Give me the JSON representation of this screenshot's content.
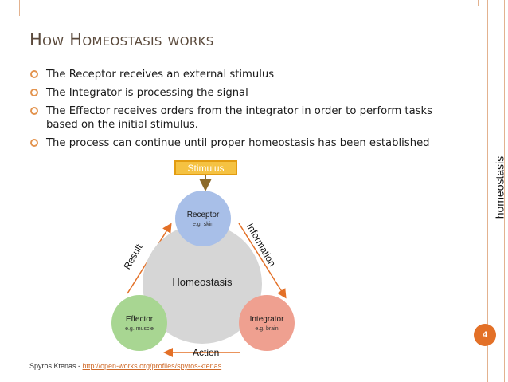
{
  "slide": {
    "title": "How Homeostasis works",
    "bullets": [
      "The Receptor receives an external stimulus",
      "The Integrator is processing the signal",
      "The Effector receives orders from the integrator in order to perform tasks based on the initial stimulus.",
      "The process can continue until proper homeostasis has been established"
    ],
    "sidebar_label": "homeostasis",
    "page_number": "4"
  },
  "diagram": {
    "stimulus": "Stimulus",
    "center": "Homeostasis",
    "receptor": {
      "title": "Receptor",
      "example": "e.g. skin"
    },
    "integrator": {
      "title": "Integrator",
      "example": "e.g. brain"
    },
    "effector": {
      "title": "Effector",
      "example": "e.g. muscle"
    },
    "edge_information": "Information",
    "edge_action": "Action",
    "edge_result": "Result"
  },
  "footer": {
    "author": "Spyros Ktenas - ",
    "link": "http://open-works.org/profiles/spyros-ktenas"
  },
  "colors": {
    "accent": "#e37027",
    "bullet_mark": "#e3944f",
    "stimulus_fill": "#f5c242",
    "receptor": "#a8bfe8",
    "effector": "#a8d692",
    "integrator": "#efa090",
    "center": "#d6d6d6"
  }
}
